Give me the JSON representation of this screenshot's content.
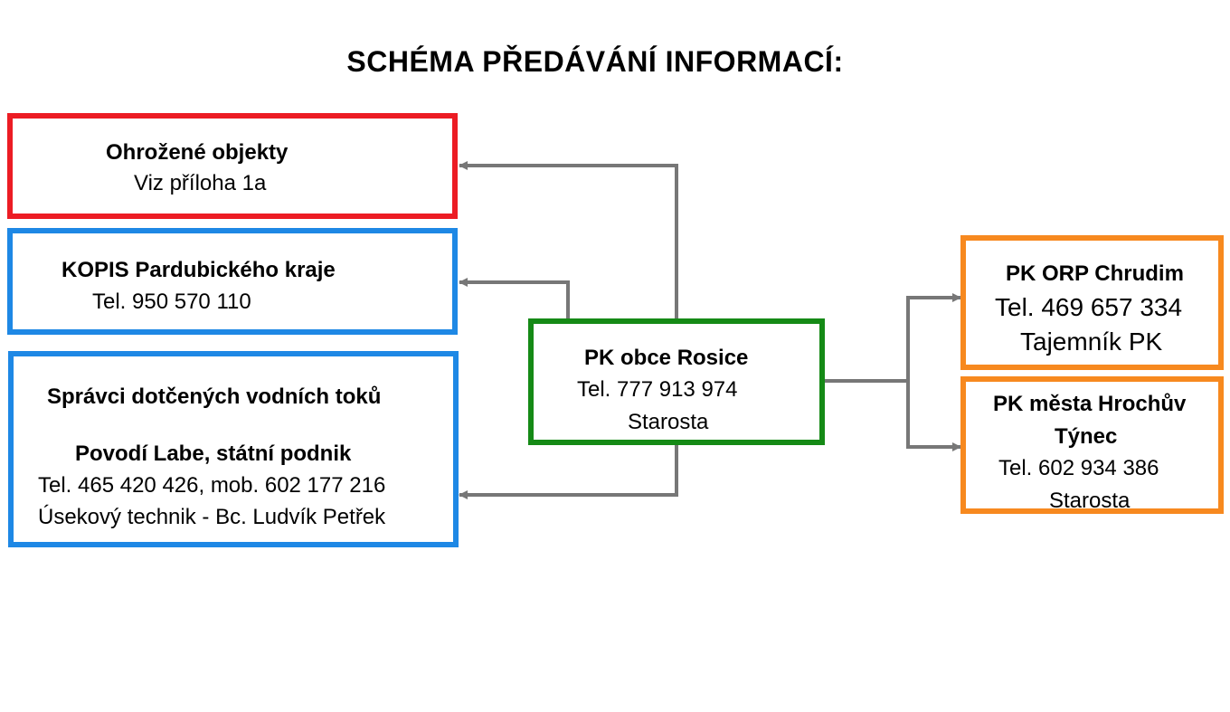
{
  "title": "SCHÉMA PŘEDÁVÁNÍ INFORMACÍ:",
  "colors": {
    "red": "#ec1c24",
    "blue": "#1e88e5",
    "green": "#158a16",
    "orange": "#f7891f",
    "connector": "#777777"
  },
  "nodes": {
    "ohrozene": {
      "name": "Ohrožené objekty",
      "line1": "Viz příloha 1a"
    },
    "kopis": {
      "name": "KOPIS Pardubického kraje",
      "line1": "Tel. 950 570 110"
    },
    "spravci": {
      "heading": "Správci dotčených vodních toků",
      "name": "Povodí Labe, státní podnik",
      "line1": "Tel. 465 420 426, mob. 602 177 216",
      "line2": "Úsekový technik - Bc. Ludvík Petřek"
    },
    "rosice": {
      "name": "PK obce Rosice",
      "line1": "Tel. 777 913 974",
      "line2": "Starosta"
    },
    "orp": {
      "name": "PK ORP Chrudim",
      "line1": "Tel. 469 657 334",
      "line2": "Tajemník PK"
    },
    "hrochuv": {
      "name1": "PK města Hrochův",
      "name2": "Týnec",
      "line1": "Tel. 602 934 386",
      "line2": "Starosta"
    }
  },
  "edges": [
    {
      "from": "rosice",
      "to": "ohrozene"
    },
    {
      "from": "rosice",
      "to": "kopis"
    },
    {
      "from": "rosice",
      "to": "spravci"
    },
    {
      "from": "rosice",
      "to": "orp"
    },
    {
      "from": "rosice",
      "to": "hrochuv"
    }
  ]
}
